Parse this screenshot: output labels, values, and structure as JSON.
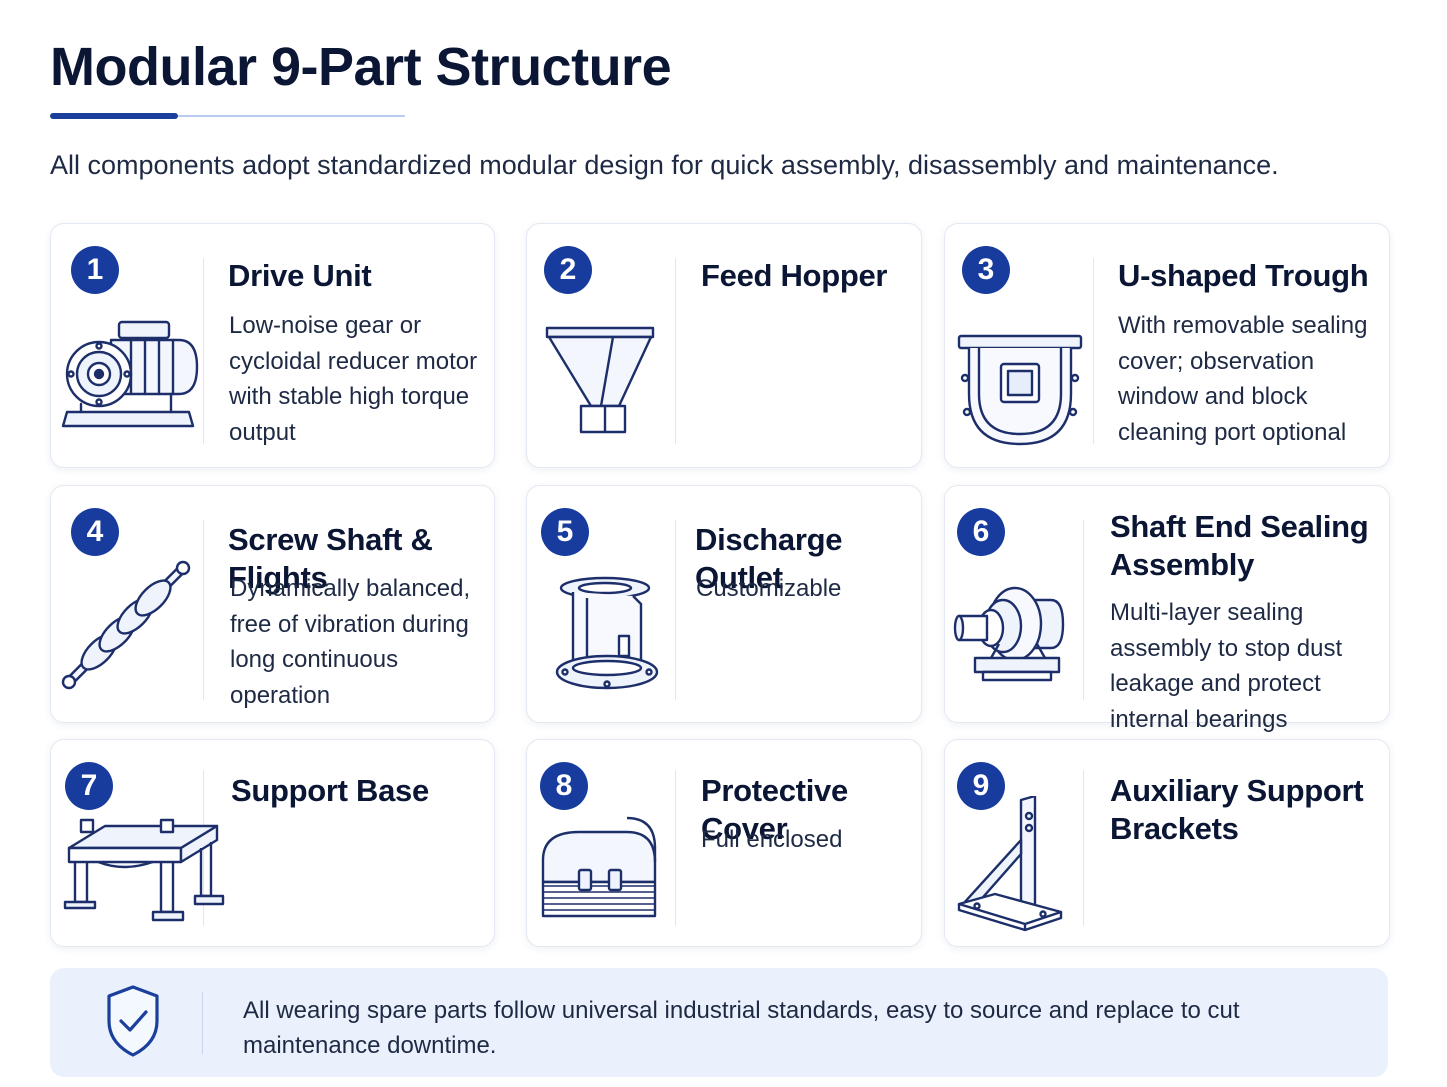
{
  "page": {
    "title": "Modular 9-Part Structure",
    "subtitle": "All components adopt standardized modular design for quick assembly, disassembly and maintenance."
  },
  "colors": {
    "accent": "#173c9e",
    "accent_light": "#b9cbf0",
    "card_border": "#e3e8f2",
    "footer_bg": "#eaf1fd",
    "text_dark": "#0b1634"
  },
  "cards": [
    {
      "number": "1",
      "title": "Drive Unit",
      "description": "Low-noise gear or cycloidal reducer motor with stable high torque output",
      "icon": "gear-motor-icon"
    },
    {
      "number": "2",
      "title": "Feed Hopper",
      "description": "",
      "icon": "feed-hopper-icon"
    },
    {
      "number": "3",
      "title": "U-shaped Trough",
      "description": "With removable sealing cover; observation window and block cleaning port optional",
      "icon": "u-trough-icon"
    },
    {
      "number": "4",
      "title": "Screw Shaft & Flights",
      "description": "Dynamically balanced, free of vibration during long continuous operation",
      "icon": "screw-shaft-icon"
    },
    {
      "number": "5",
      "title": "Discharge Outlet",
      "description": "Customizable",
      "icon": "discharge-outlet-icon"
    },
    {
      "number": "6",
      "title": "Shaft End Sealing Assembly",
      "description": "Multi-layer sealing assembly to stop dust leakage and protect internal bearings",
      "icon": "shaft-seal-icon"
    },
    {
      "number": "7",
      "title": "Support Base",
      "description": "",
      "icon": "support-base-icon"
    },
    {
      "number": "8",
      "title": "Protective Cover",
      "description": "Full enclosed",
      "icon": "protective-cover-icon"
    },
    {
      "number": "9",
      "title": "Auxiliary Support Brackets",
      "description": "",
      "icon": "support-bracket-icon"
    }
  ],
  "footer": {
    "icon": "shield-check-icon",
    "text": "All wearing spare parts follow universal industrial standards, easy to source and replace to cut maintenance downtime."
  }
}
